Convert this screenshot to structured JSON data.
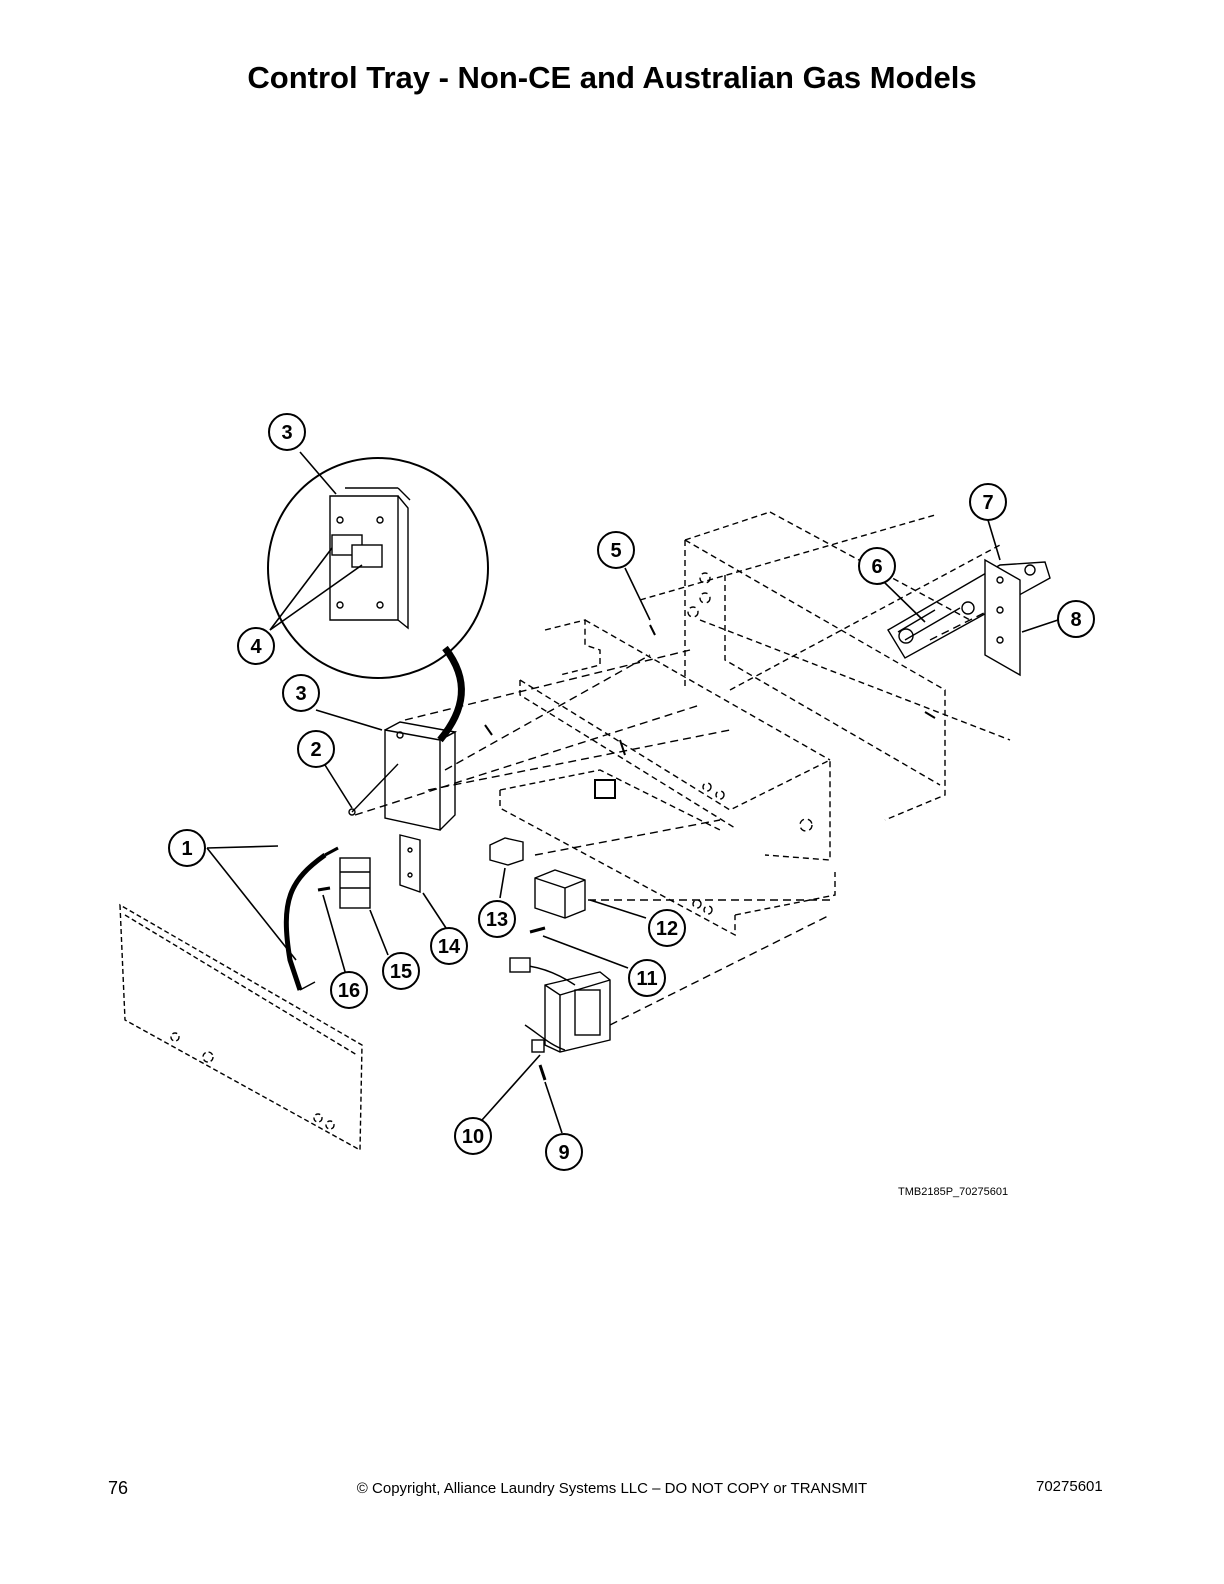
{
  "header": {
    "title": "Control Tray - Non-CE and Australian Gas Models"
  },
  "diagram": {
    "figure_id": "TMB2185P_70275601",
    "callouts": [
      "3",
      "4",
      "3",
      "2",
      "1",
      "5",
      "6",
      "7",
      "8",
      "13",
      "12",
      "11",
      "14",
      "15",
      "16",
      "10",
      "9"
    ]
  },
  "footer": {
    "page_number": "76",
    "copyright": "© Copyright, Alliance Laundry Systems LLC – DO NOT COPY or TRANSMIT",
    "document_number": "70275601"
  }
}
